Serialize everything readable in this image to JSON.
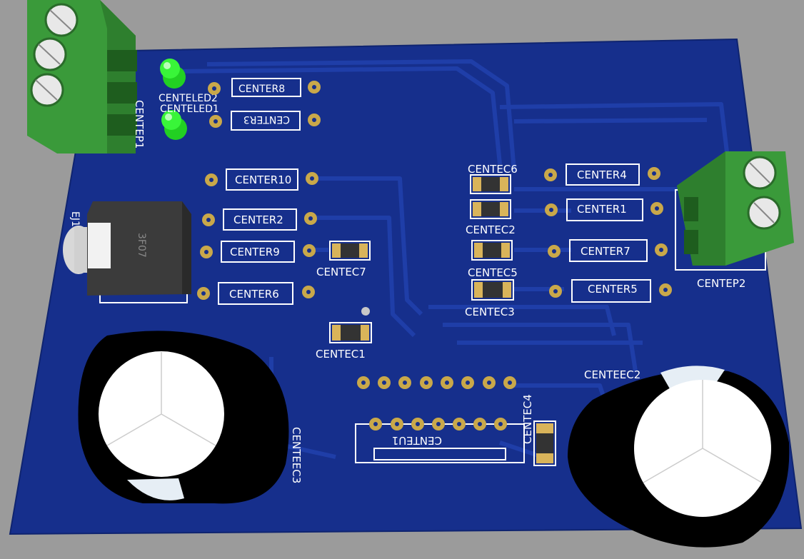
{
  "board": {
    "background_color": "#9b9b9b",
    "pcb_color": "#162f8c",
    "trace_color": "#1d3aa3",
    "silk_color": "#ffffff",
    "pad_color": "#c9a84a"
  },
  "labels": {
    "centeled2": "CENTELED2",
    "centeled1": "CENTELED1",
    "centep1": "CENTEP1",
    "center8": "CENTER8",
    "center3": "CENTER3",
    "center10": "CENTER10",
    "center2": "CENTER2",
    "center9": "CENTER9",
    "center6": "CENTER6",
    "centec7": "CENTEC7",
    "centec1": "CENTEC1",
    "centec6": "CENTEC6",
    "centec2": "CENTEC2",
    "centec5": "CENTEC5",
    "centec3": "CENTEC3",
    "center4": "CENTER4",
    "center1": "CENTER1",
    "center7": "CENTER7",
    "center5": "CENTER5",
    "centep2": "CENTEP2",
    "centec4": "CENTEC4",
    "centeu1": "CENTEU1",
    "centeec3": "CENTEEC3",
    "centeec2": "CENTEEC2",
    "ej1": "EJ1",
    "jack_marking": "3F07"
  },
  "icons": {
    "terminal_block": "terminal-block-icon",
    "led": "led-icon",
    "resistor": "resistor-icon",
    "capacitor_smd": "smd-capacitor-icon",
    "electrolytic_capacitor": "electrolytic-capacitor-icon",
    "audio_jack": "audio-jack-icon",
    "ic": "ic-socket-icon"
  }
}
